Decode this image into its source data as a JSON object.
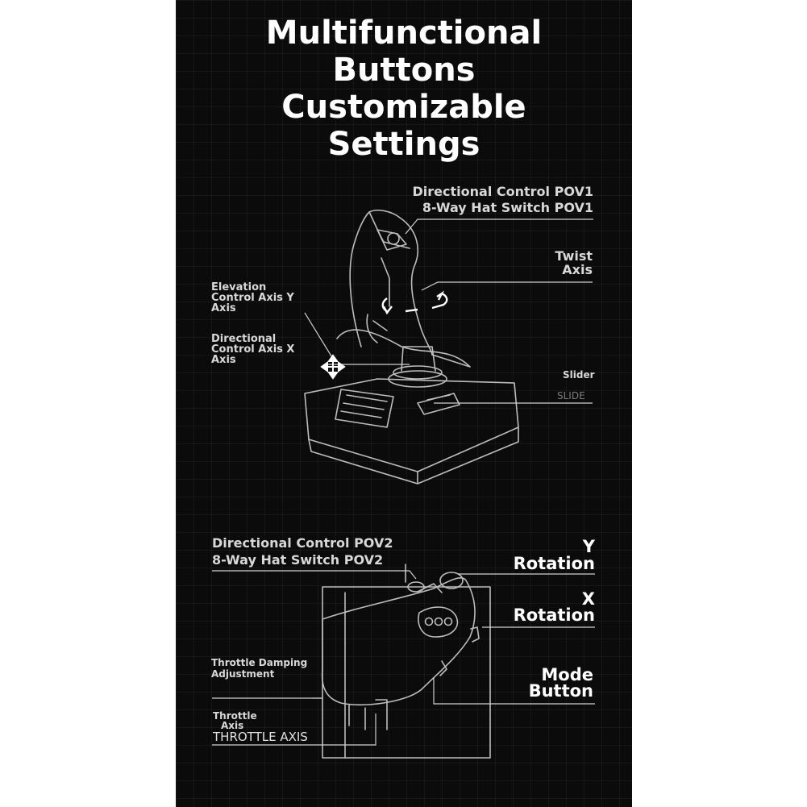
{
  "title": {
    "line1": "Multifunctional",
    "line2": "Buttons",
    "line3": "Customizable",
    "line4": "Settings"
  },
  "joystick": {
    "pov1_line1": "Directional Control POV1",
    "pov1_line2": "8-Way Hat Switch POV1",
    "twist_line1": "Twist",
    "twist_line2": "Axis",
    "elevation_line1": "Elevation",
    "elevation_line2": "Control Axis Y",
    "elevation_line3": "Axis",
    "directional_line1": "Directional",
    "directional_line2": "Control Axis X",
    "directional_line3": "Axis",
    "slider": "Slider",
    "slide_ghost": "SLIDE"
  },
  "throttle": {
    "pov2_line1": "Directional Control POV2",
    "pov2_line2": "8-Way Hat Switch POV2",
    "yrot_line1": "Y",
    "yrot_line2": "Rotation",
    "xrot_line1": "X",
    "xrot_line2": "Rotation",
    "damping_line1": "Throttle Damping",
    "damping_line2": "Adjustment",
    "mode_line1": "Mode",
    "mode_line2": "Button",
    "throttle_axis_line1": "Throttle",
    "throttle_axis_line2": "Axis",
    "throttle_axis_ghost": "THROTTLE AXIS"
  },
  "colors": {
    "background": "#0b0b0b",
    "text": "#ffffff",
    "line": "#cfcfcf"
  }
}
